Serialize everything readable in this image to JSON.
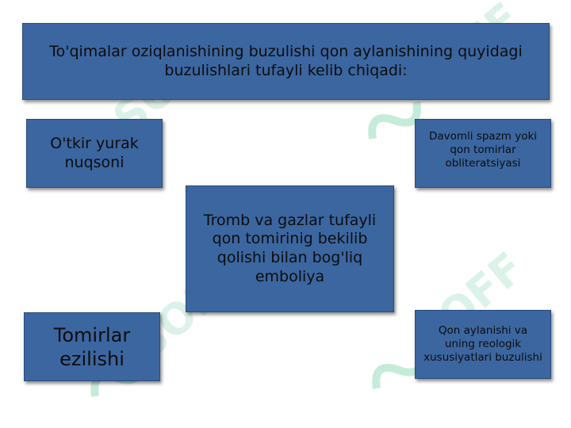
{
  "title_box": {
    "text": "To'qimalar oziqlanishining buzulishi qon aylanishining quyidagi buzulishlari tufayli kelib chiqadi:"
  },
  "boxes": {
    "top_left": "O'tkir yurak nuqsoni",
    "top_right": "Davomli spazm yoki qon tomirlar obliteratsiyasi",
    "center": "Tromb va gazlar tufayli qon tomirinig bekilib qolishi bilan bog'liq emboliya",
    "bottom_left": "Tomirlar ezilishi",
    "bottom_right": "Qon aylanishi va uning reologik xususiyatlari buzulishi"
  },
  "watermark": {
    "text": "SOFF",
    "icon": "soff-logo-icon"
  },
  "colors": {
    "box_fill": "#3b66a0",
    "box_border": "#2a4d7c",
    "text": "#0d0d0d",
    "watermark": "#9fe0c2"
  }
}
